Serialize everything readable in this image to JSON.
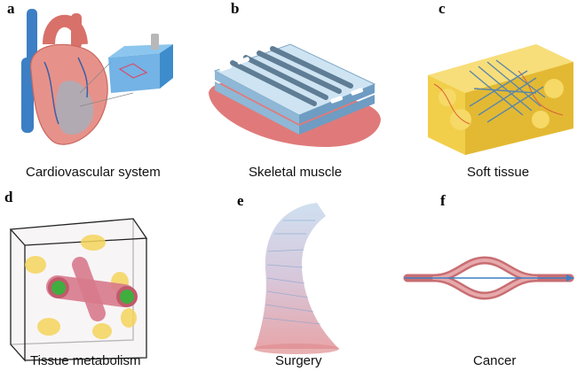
{
  "panels": [
    {
      "letter": "a",
      "caption": "Cardiovascular system",
      "illustration": "heart-with-chip-illustration"
    },
    {
      "letter": "b",
      "caption": "Skeletal muscle",
      "illustration": "muscle-scaffold-illustration"
    },
    {
      "letter": "c",
      "caption": "Soft tissue",
      "illustration": "fat-tissue-block-illustration"
    },
    {
      "letter": "d",
      "caption": "Tissue metabolism",
      "illustration": "vessel-in-cube-illustration"
    },
    {
      "letter": "e",
      "caption": "Surgery",
      "illustration": "curved-tube-illustration"
    },
    {
      "letter": "f",
      "caption": "Cancer",
      "illustration": "branching-vessel-illustration"
    }
  ],
  "colors": {
    "tissue_red": "#e08a80",
    "vessel_blue": "#3c7fc4",
    "scaffold_blue": "#a9cfe8",
    "fat_yellow": "#f2cf4a",
    "channel_green": "#3fae3f"
  }
}
